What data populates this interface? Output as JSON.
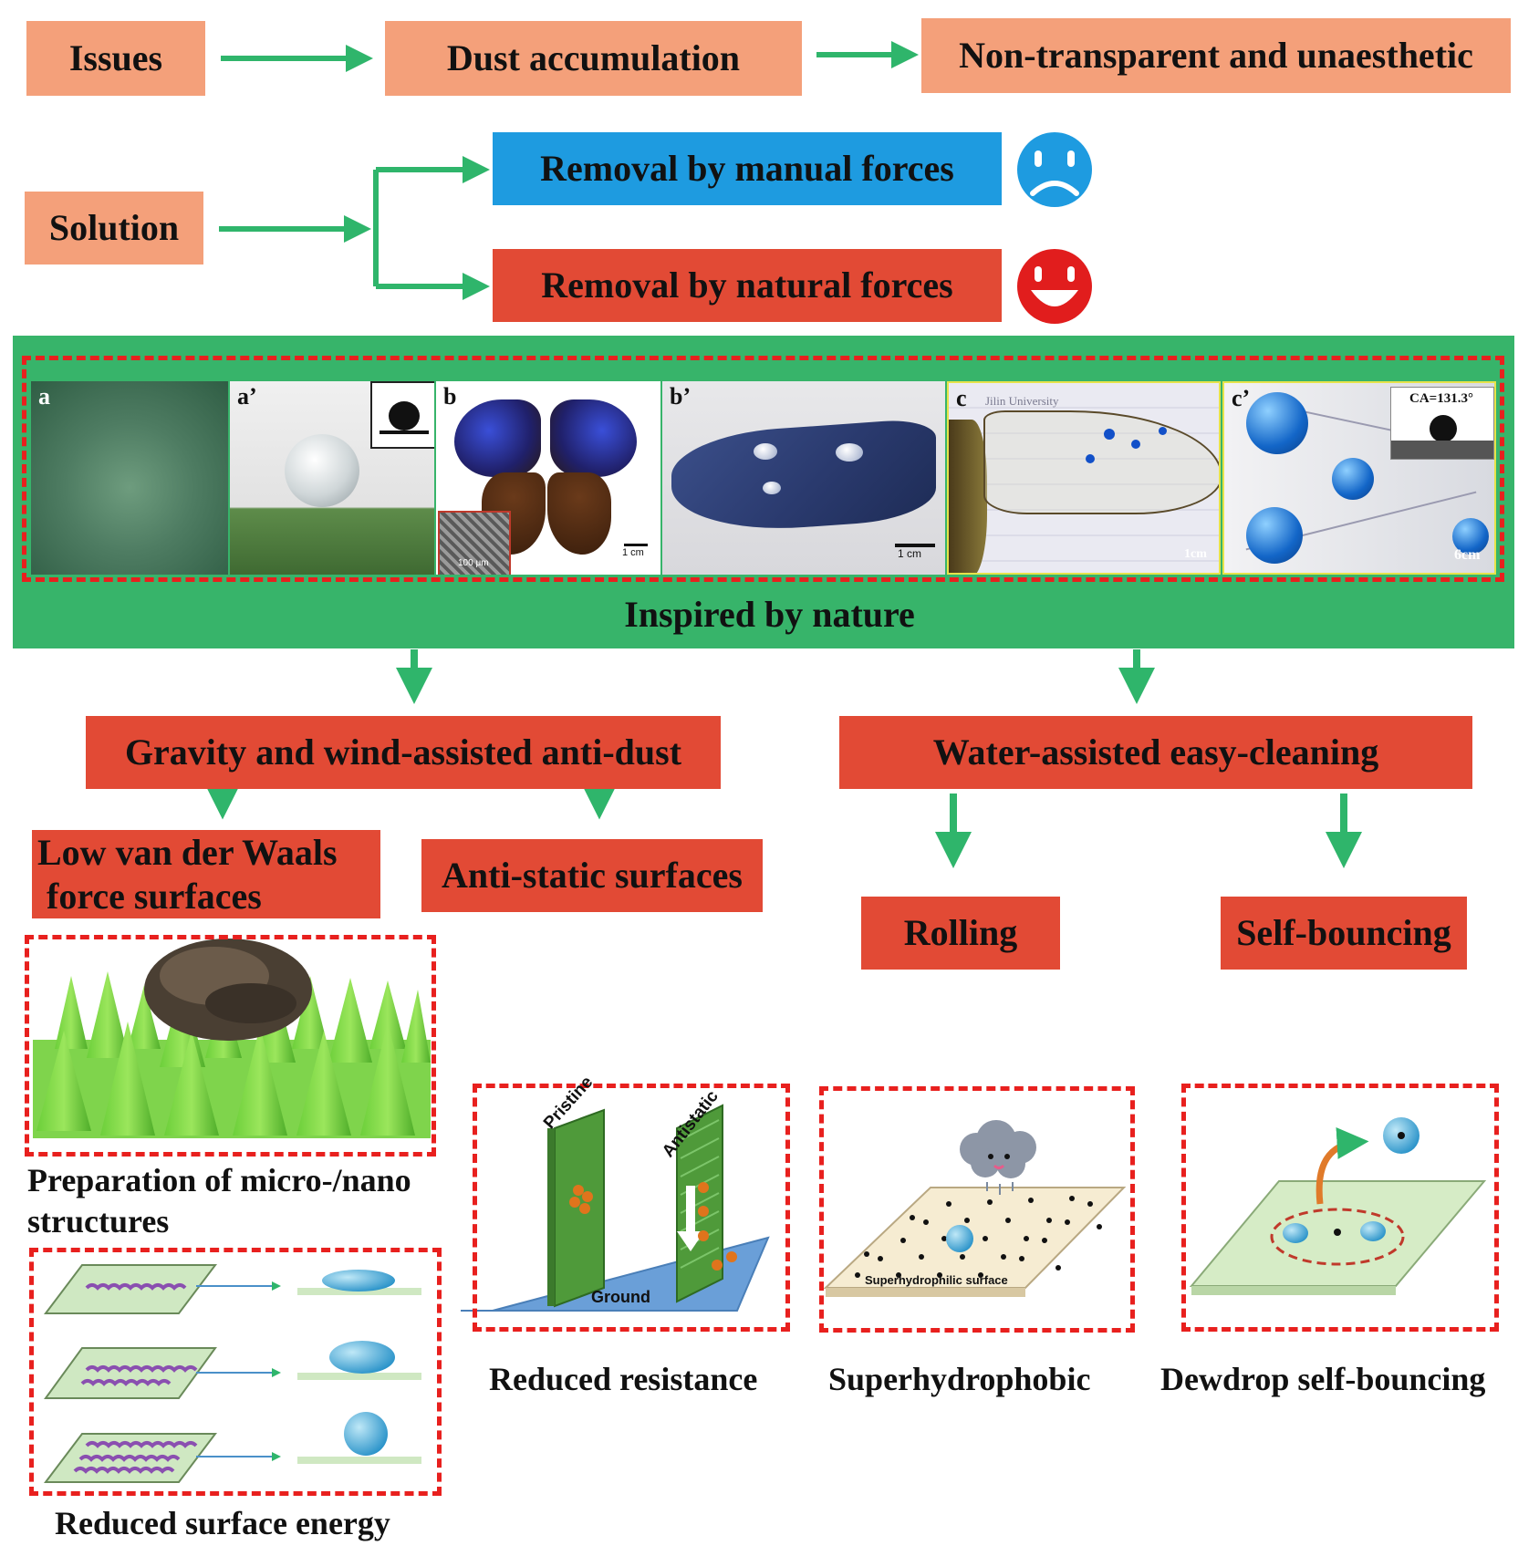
{
  "flow": {
    "issues": "Issues",
    "dust": "Dust accumulation",
    "nontransparent": "Non-transparent and unaesthetic",
    "solution": "Solution",
    "manual": "Removal by manual forces",
    "natural": "Removal by natural forces"
  },
  "inspired": {
    "title": "Inspired by nature",
    "panels": [
      {
        "label": "a"
      },
      {
        "label": "a’"
      },
      {
        "label": "b",
        "scale": "1 cm",
        "inset_scale": "100 μm"
      },
      {
        "label": "b’",
        "scale": "1 cm"
      },
      {
        "label": "c",
        "scale": "1cm",
        "watermark": "Jilin University"
      },
      {
        "label": "c’",
        "scale": "6cm",
        "ca": "CA=131.3°"
      }
    ]
  },
  "branches": {
    "gravity": "Gravity and wind-assisted anti-dust",
    "water": "Water-assisted easy-cleaning",
    "low_vdw_line1": "Low van der Waals",
    "low_vdw_line2": "force surfaces",
    "antistatic": "Anti-static surfaces",
    "rolling": "Rolling",
    "selfbouncing": "Self-bouncing"
  },
  "captions": {
    "micro_line1": "Preparation of micro-/nano",
    "micro_line2": "structures",
    "reduced_energy": "Reduced surface energy",
    "reduced_resistance": "Reduced resistance",
    "superhydrophobic": "Superhydrophobic",
    "dewdrop": "Dewdrop self-bouncing"
  },
  "illustrations": {
    "pristine": "Pristine",
    "antistatic": "Antistatic",
    "ground": "Ground",
    "superhydrophilic": "Superhydrophilic surface"
  },
  "colors": {
    "arrow": "#2fb56b",
    "green_band": "#37b46a",
    "salmon": "#f4a07a",
    "red_box": "#e24a35",
    "blue_box": "#1e9be0",
    "dash": "#e8201e"
  }
}
